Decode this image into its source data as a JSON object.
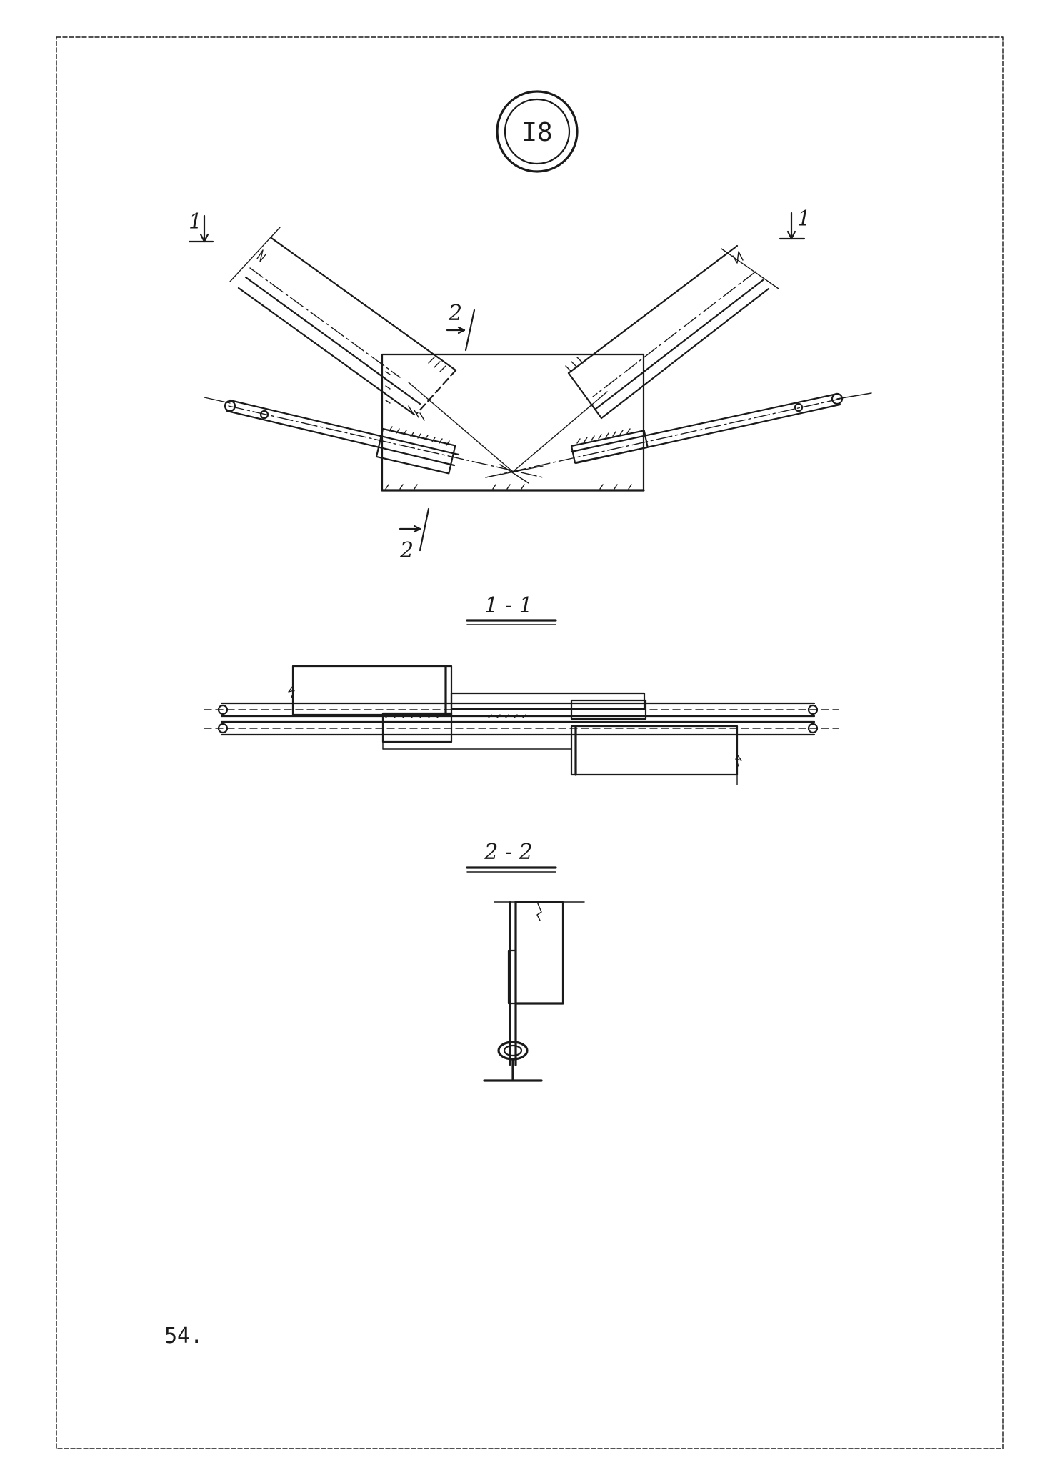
{
  "node_number": "I8",
  "section_marks": {
    "s1_left": "1",
    "s1_right": "1",
    "s2_top": "2",
    "s2_bottom": "2"
  },
  "section_titles": {
    "section_1": "1 - 1",
    "section_2": "2 - 2"
  },
  "page_number": "54."
}
